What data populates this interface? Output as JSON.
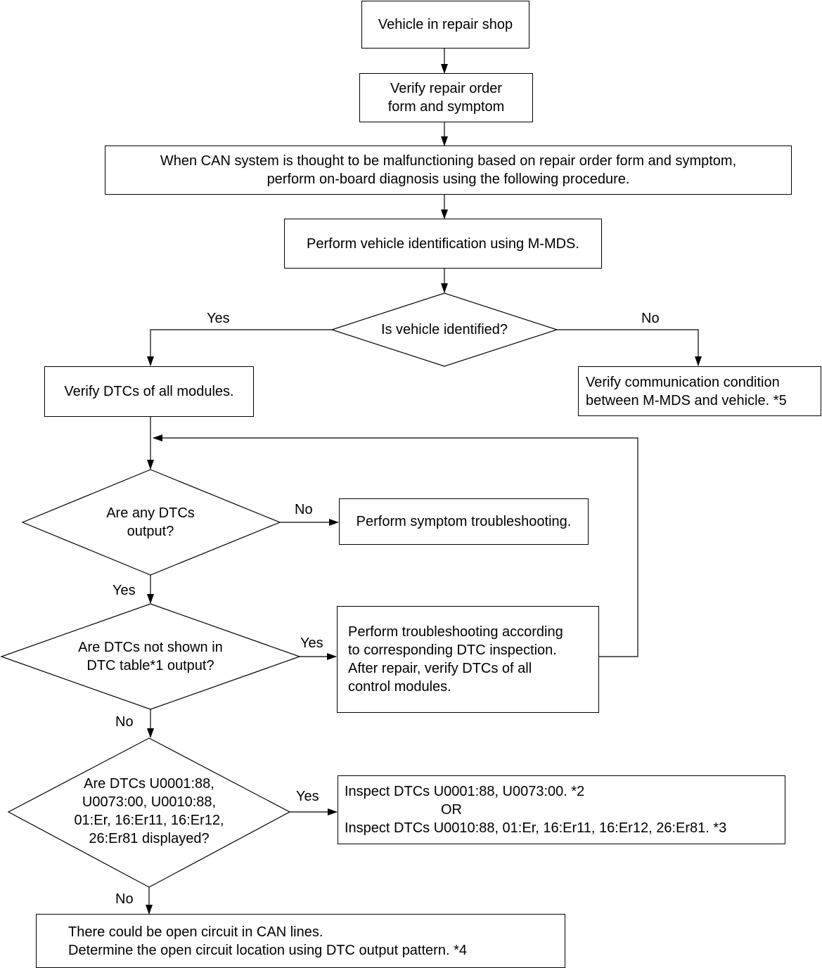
{
  "nodes": {
    "n1": {
      "lines": [
        "Vehicle in repair shop"
      ]
    },
    "n2": {
      "lines": [
        "Verify repair order",
        "form and symptom"
      ]
    },
    "n3": {
      "lines": [
        "When CAN system is thought to be malfunctioning based on repair order form and symptom,",
        "perform on-board diagnosis using the following procedure."
      ]
    },
    "n4": {
      "lines": [
        "Perform vehicle identification using M-MDS."
      ]
    },
    "d1": {
      "lines": [
        "Is vehicle identified?"
      ]
    },
    "n5": {
      "lines": [
        "Verify DTCs of all modules."
      ]
    },
    "n6": {
      "lines": [
        "Verify communication condition",
        "between M-MDS and vehicle. *5"
      ]
    },
    "d2": {
      "lines": [
        "Are any DTCs",
        "output?"
      ]
    },
    "n7": {
      "lines": [
        "Perform symptom troubleshooting."
      ]
    },
    "d3": {
      "lines": [
        "Are DTCs not shown in",
        "DTC table*1 output?"
      ]
    },
    "n8": {
      "lines": [
        "Perform troubleshooting according",
        "to corresponding DTC inspection.",
        "After repair, verify DTCs of all",
        "control modules."
      ]
    },
    "d4": {
      "lines": [
        "Are DTCs U0001:88,",
        "U0073:00, U0010:88,",
        "01:Er, 16:Er11, 16:Er12,",
        "26:Er81 displayed?"
      ]
    },
    "n9": {
      "lines": [
        "Inspect DTCs U0001:88, U0073:00.  *2",
        "OR",
        "Inspect DTCs U0010:88, 01:Er, 16:Er11, 16:Er12, 26:Er81.  *3"
      ]
    },
    "n10": {
      "lines": [
        "There could be open circuit in CAN lines.",
        "Determine the open circuit location using DTC output pattern.   *4"
      ]
    }
  },
  "labels": {
    "d1_yes": "Yes",
    "d1_no": "No",
    "d2_no": "No",
    "d2_yes": "Yes",
    "d3_yes": "Yes",
    "d3_no": "No",
    "d4_yes": "Yes",
    "d4_no": "No"
  }
}
